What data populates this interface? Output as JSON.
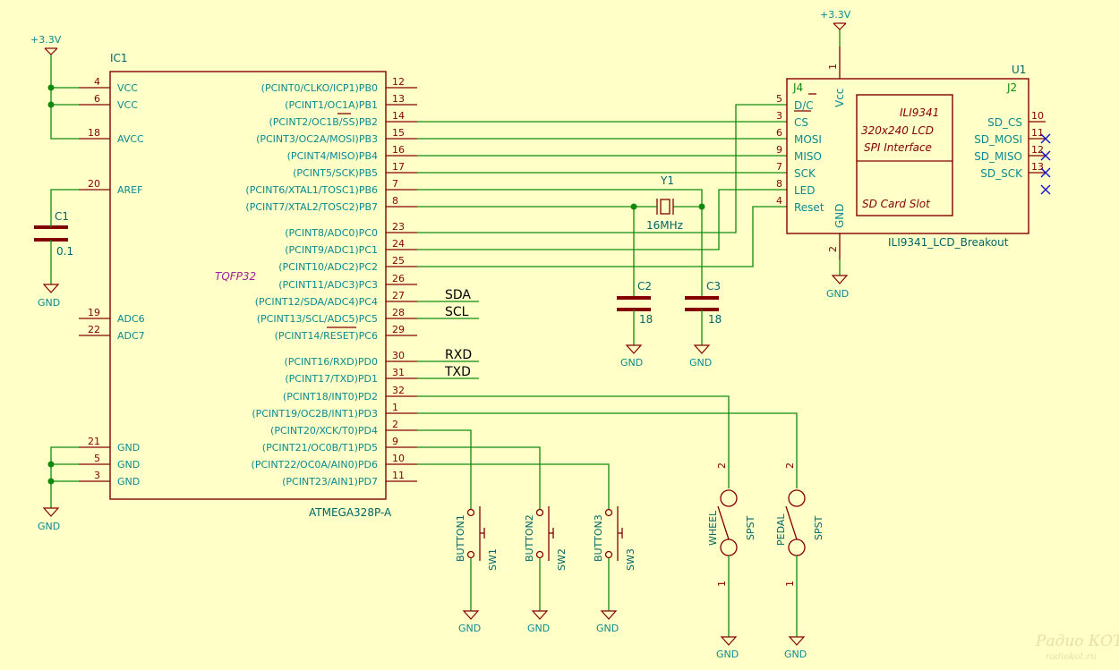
{
  "power": {
    "vcc_label": "+3.3V",
    "gnd_label": "GND"
  },
  "ic1": {
    "ref": "IC1",
    "value": "ATMEGA328P-A",
    "package": "TQFP32",
    "left_pins": [
      {
        "num": "4",
        "name": "VCC"
      },
      {
        "num": "6",
        "name": "VCC"
      },
      {
        "num": "18",
        "name": "AVCC"
      },
      {
        "num": "20",
        "name": "AREF"
      },
      {
        "num": "19",
        "name": "ADC6"
      },
      {
        "num": "22",
        "name": "ADC7"
      },
      {
        "num": "21",
        "name": "GND"
      },
      {
        "num": "5",
        "name": "GND"
      },
      {
        "num": "3",
        "name": "GND"
      }
    ],
    "right_pins": [
      {
        "num": "12",
        "name": "(PCINT0/CLKO/ICP1)PB0"
      },
      {
        "num": "13",
        "name": "(PCINT1/OC1A)PB1"
      },
      {
        "num": "14",
        "name": "(PCINT2/OC1B/SS)PB2"
      },
      {
        "num": "15",
        "name": "(PCINT3/OC2A/MOSI)PB3"
      },
      {
        "num": "16",
        "name": "(PCINT4/MISO)PB4"
      },
      {
        "num": "17",
        "name": "(PCINT5/SCK)PB5"
      },
      {
        "num": "7",
        "name": "(PCINT6/XTAL1/TOSC1)PB6"
      },
      {
        "num": "8",
        "name": "(PCINT7/XTAL2/TOSC2)PB7"
      },
      {
        "num": "23",
        "name": "(PCINT8/ADC0)PC0"
      },
      {
        "num": "24",
        "name": "(PCINT9/ADC1)PC1"
      },
      {
        "num": "25",
        "name": "(PCINT10/ADC2)PC2"
      },
      {
        "num": "26",
        "name": "(PCINT11/ADC3)PC3"
      },
      {
        "num": "27",
        "name": "(PCINT12/SDA/ADC4)PC4"
      },
      {
        "num": "28",
        "name": "(PCINT13/SCL/ADC5)PC5"
      },
      {
        "num": "29",
        "name": "(PCINT14/RESET)PC6"
      },
      {
        "num": "30",
        "name": "(PCINT16/RXD)PD0"
      },
      {
        "num": "31",
        "name": "(PCINT17/TXD)PD1"
      },
      {
        "num": "32",
        "name": "(PCINT18/INT0)PD2"
      },
      {
        "num": "1",
        "name": "(PCINT19/OC2B/INT1)PD3"
      },
      {
        "num": "2",
        "name": "(PCINT20/XCK/T0)PD4"
      },
      {
        "num": "9",
        "name": "(PCINT21/OC0B/T1)PD5"
      },
      {
        "num": "10",
        "name": "(PCINT22/OC0A/AIN0)PD6"
      },
      {
        "num": "11",
        "name": "(PCINT23/AIN1)PD7"
      }
    ]
  },
  "net_labels": [
    "SDA",
    "SCL",
    "RXD",
    "TXD"
  ],
  "c1": {
    "ref": "C1",
    "value": "0.1"
  },
  "c2": {
    "ref": "C2",
    "value": "18"
  },
  "c3": {
    "ref": "C3",
    "value": "18"
  },
  "y1": {
    "ref": "Y1",
    "value": "16MHz"
  },
  "u1": {
    "ref": "U1",
    "value": "ILI9341_LCD_Breakout",
    "j4": "J4",
    "j2": "J2",
    "vcc_pin": {
      "num": "1",
      "name": "Vcc"
    },
    "gnd_pin": {
      "num": "2",
      "name": "GND"
    },
    "left_pins": [
      {
        "num": "5",
        "name": "D/C"
      },
      {
        "num": "3",
        "name": "CS"
      },
      {
        "num": "6",
        "name": "MOSI"
      },
      {
        "num": "9",
        "name": "MISO"
      },
      {
        "num": "7",
        "name": "SCK"
      },
      {
        "num": "8",
        "name": "LED"
      },
      {
        "num": "4",
        "name": "Reset"
      }
    ],
    "right_pins": [
      {
        "num": "10",
        "name": "SD_CS"
      },
      {
        "num": "11",
        "name": "SD_MOSI"
      },
      {
        "num": "12",
        "name": "SD_MISO"
      },
      {
        "num": "13",
        "name": "SD_SCK"
      }
    ],
    "lcd_box": [
      "ILI9341",
      "320x240 LCD",
      "SPI Interface"
    ],
    "sd_box": "SD Card Slot"
  },
  "buttons": [
    {
      "name": "BUTTON1",
      "ref": "SW1"
    },
    {
      "name": "BUTTON2",
      "ref": "SW2"
    },
    {
      "name": "BUTTON3",
      "ref": "SW3"
    }
  ],
  "switches": [
    {
      "name": "WHEEL",
      "type": "SPST",
      "pin_top": "2",
      "pin_bottom": "1"
    },
    {
      "name": "PEDAL",
      "type": "SPST",
      "pin_top": "2",
      "pin_bottom": "1"
    }
  ],
  "watermark": {
    "line1": "Радио КОТ",
    "line2": "radiokot.ru"
  }
}
